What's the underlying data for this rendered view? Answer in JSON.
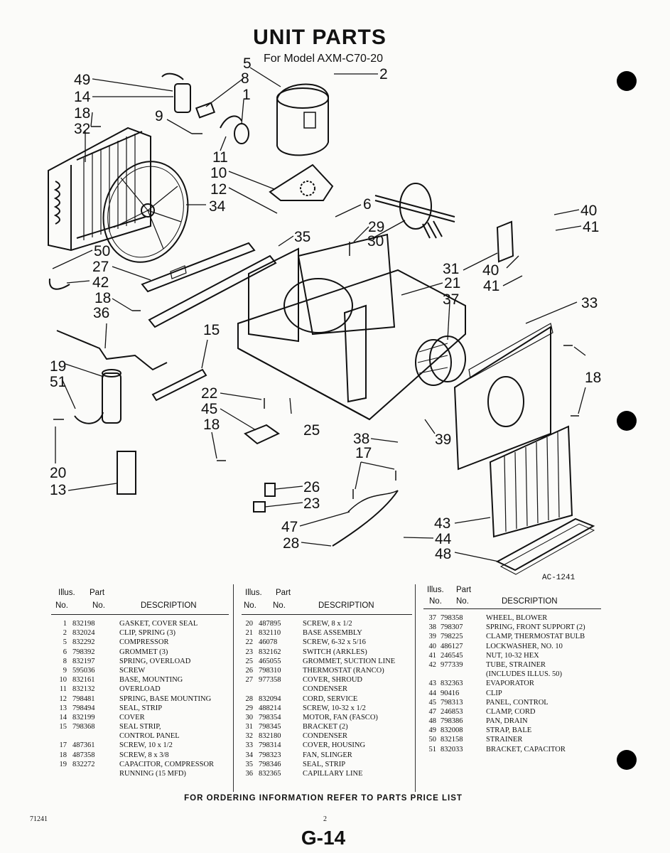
{
  "header": {
    "title": "UNIT PARTS",
    "subtitle": "For Model AXM-C70-20"
  },
  "diagram": {
    "ref_code": "AC-1241",
    "callouts": [
      "49",
      "14",
      "18",
      "32",
      "9",
      "5",
      "8",
      "1",
      "2",
      "11",
      "10",
      "12",
      "34",
      "6",
      "40",
      "41",
      "29",
      "30",
      "35",
      "50",
      "27",
      "42",
      "18",
      "36",
      "31",
      "40",
      "41",
      "21",
      "37",
      "33",
      "15",
      "19",
      "51",
      "18",
      "22",
      "45",
      "18",
      "25",
      "38",
      "17",
      "39",
      "20",
      "13",
      "26",
      "23",
      "47",
      "28",
      "43",
      "44",
      "48"
    ]
  },
  "table": {
    "headers": {
      "illus": "Illus.",
      "part": "Part",
      "no1": "No.",
      "no2": "No.",
      "desc": "DESCRIPTION"
    },
    "col1": [
      {
        "illus": "1",
        "part": "832198",
        "desc": "GASKET, COVER SEAL"
      },
      {
        "illus": "2",
        "part": "832024",
        "desc": "CLIP, SPRING (3)"
      },
      {
        "illus": "5",
        "part": "832292",
        "desc": "COMPRESSOR"
      },
      {
        "illus": "6",
        "part": "798392",
        "desc": "GROMMET (3)"
      },
      {
        "illus": "8",
        "part": "832197",
        "desc": "SPRING, OVERLOAD"
      },
      {
        "illus": "9",
        "part": "595036",
        "desc": "SCREW"
      },
      {
        "illus": "10",
        "part": "832161",
        "desc": "BASE, MOUNTING"
      },
      {
        "illus": "11",
        "part": "832132",
        "desc": "OVERLOAD"
      },
      {
        "illus": "12",
        "part": "798481",
        "desc": "SPRING, BASE MOUNTING"
      },
      {
        "illus": "13",
        "part": "798494",
        "desc": "SEAL, STRIP"
      },
      {
        "illus": "14",
        "part": "832199",
        "desc": "COVER"
      },
      {
        "illus": "15",
        "part": "798368",
        "desc": "SEAL STRIP,"
      },
      {
        "illus": "",
        "part": "",
        "desc": "CONTROL PANEL"
      },
      {
        "illus": "17",
        "part": "487361",
        "desc": "SCREW, 10 x 1/2"
      },
      {
        "illus": "18",
        "part": "487358",
        "desc": "SCREW, 8 x 3/8"
      },
      {
        "illus": "19",
        "part": "832272",
        "desc": "CAPACITOR, COMPRESSOR"
      },
      {
        "illus": "",
        "part": "",
        "desc": "RUNNING (15 MFD)"
      }
    ],
    "col2": [
      {
        "illus": "20",
        "part": "487895",
        "desc": "SCREW, 8 x 1/2"
      },
      {
        "illus": "21",
        "part": "832110",
        "desc": "BASE ASSEMBLY"
      },
      {
        "illus": "22",
        "part": "46078",
        "desc": "SCREW, 6-32 x 5/16"
      },
      {
        "illus": "23",
        "part": "832162",
        "desc": "SWITCH (ARKLES)"
      },
      {
        "illus": "25",
        "part": "465055",
        "desc": "GROMMET, SUCTION LINE"
      },
      {
        "illus": "26",
        "part": "798310",
        "desc": "THERMOSTAT (RANCO)"
      },
      {
        "illus": "27",
        "part": "977358",
        "desc": "COVER, SHROUD"
      },
      {
        "illus": "",
        "part": "",
        "desc": "CONDENSER"
      },
      {
        "illus": "28",
        "part": "832094",
        "desc": "CORD, SERVICE"
      },
      {
        "illus": "29",
        "part": "488214",
        "desc": "SCREW, 10-32 x 1/2"
      },
      {
        "illus": "30",
        "part": "798354",
        "desc": "MOTOR, FAN (FASCO)"
      },
      {
        "illus": "31",
        "part": "798345",
        "desc": "BRACKET (2)"
      },
      {
        "illus": "32",
        "part": "832180",
        "desc": "CONDENSER"
      },
      {
        "illus": "33",
        "part": "798314",
        "desc": "COVER, HOUSING"
      },
      {
        "illus": "34",
        "part": "798323",
        "desc": "FAN, SLINGER"
      },
      {
        "illus": "35",
        "part": "798346",
        "desc": "SEAL, STRIP"
      },
      {
        "illus": "36",
        "part": "832365",
        "desc": "CAPILLARY LINE"
      }
    ],
    "col3": [
      {
        "illus": "37",
        "part": "798358",
        "desc": "WHEEL, BLOWER"
      },
      {
        "illus": "38",
        "part": "798307",
        "desc": "SPRING, FRONT SUPPORT (2)"
      },
      {
        "illus": "39",
        "part": "798225",
        "desc": "CLAMP, THERMOSTAT BULB"
      },
      {
        "illus": "40",
        "part": "486127",
        "desc": "LOCKWASHER, NO. 10"
      },
      {
        "illus": "41",
        "part": "246545",
        "desc": "NUT, 10-32 HEX"
      },
      {
        "illus": "42",
        "part": "977339",
        "desc": "TUBE, STRAINER"
      },
      {
        "illus": "",
        "part": "",
        "desc": "(INCLUDES ILLUS. 50)"
      },
      {
        "illus": "43",
        "part": "832363",
        "desc": "EVAPORATOR"
      },
      {
        "illus": "44",
        "part": "90416",
        "desc": "CLIP"
      },
      {
        "illus": "45",
        "part": "798313",
        "desc": "PANEL, CONTROL"
      },
      {
        "illus": "47",
        "part": "246853",
        "desc": "CLAMP, CORD"
      },
      {
        "illus": "48",
        "part": "798386",
        "desc": "PAN, DRAIN"
      },
      {
        "illus": "49",
        "part": "832008",
        "desc": "STRAP, BALE"
      },
      {
        "illus": "50",
        "part": "832158",
        "desc": "STRAINER"
      },
      {
        "illus": "51",
        "part": "832033",
        "desc": "BRACKET, CAPACITOR"
      }
    ]
  },
  "footer": {
    "ordering_note": "FOR ORDERING INFORMATION REFER TO PARTS PRICE LIST",
    "doc_number": "71241",
    "page_number": "2",
    "page_id": "G-14"
  }
}
